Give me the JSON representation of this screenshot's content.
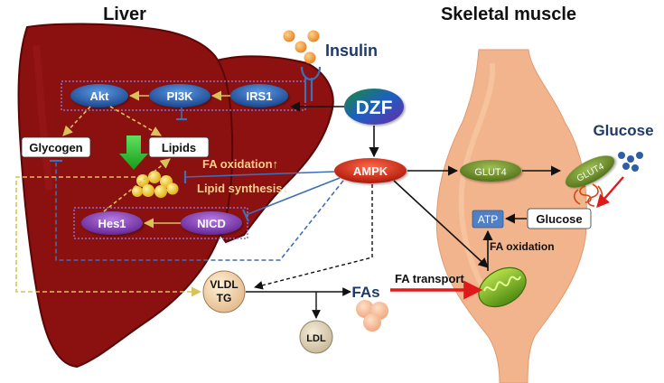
{
  "titles": {
    "left": "Liver",
    "right": "Skeletal muscle"
  },
  "nodes": {
    "insulin": "Insulin",
    "dzf": "DZF",
    "akt": "Akt",
    "pi3k": "PI3K",
    "irs1": "IRS1",
    "glycogen": "Glycogen",
    "lipids": "Lipids",
    "ampk": "AMPK",
    "hes1": "Hes1",
    "nicd": "NICD",
    "fa_oxidation": "FA oxidation↑",
    "lipid_synthesis": "Lipid synthesis↓",
    "vldl_line1": "VLDL",
    "vldl_line2": "TG",
    "ldl": "LDL",
    "fas": "FAs",
    "fa_transport": "FA transport",
    "glut4_cytoplasm": "GLUT4",
    "glut4_membrane": "GLUT4",
    "glucose_external": "Glucose",
    "glucose_internal": "Glucose",
    "atp": "ATP",
    "fa_oxidation_muscle": "FA oxidation"
  },
  "colors": {
    "liver": "#8b1010",
    "liver_stroke": "#5a0606",
    "muscle": "#f2b48c",
    "node_blue": "#1e62b5",
    "node_purple": "#8a3bb5",
    "ampk_red": "#d21e0a",
    "glut4_green": "#6b8e23",
    "arrow_yellow": "#d9c25a",
    "inhibit_blue": "#3f6fb6",
    "green_down": "#2db82d",
    "fa_red": "#e01a1a",
    "orange_text": "#f7d08a"
  }
}
